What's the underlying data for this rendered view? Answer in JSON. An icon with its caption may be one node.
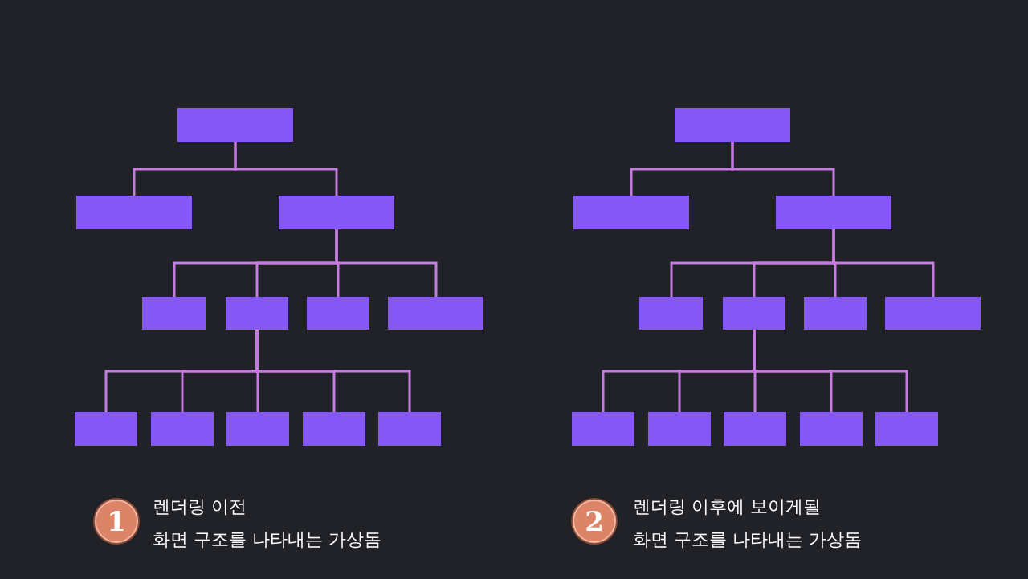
{
  "diagram": {
    "nodes": [
      {
        "text": [],
        "shape": "box"
      },
      {
        "text": [],
        "shape": "box"
      },
      {
        "text": [],
        "shape": "box"
      },
      {
        "text": [],
        "shape": "box"
      },
      {
        "text": [],
        "shape": "box"
      },
      {
        "text": [],
        "shape": "box"
      },
      {
        "text": [],
        "shape": "box"
      },
      {
        "text": [],
        "shape": "box"
      },
      {
        "text": [],
        "shape": "box"
      },
      {
        "text": [],
        "shape": "box"
      },
      {
        "text": [],
        "shape": "box"
      },
      {
        "text": [],
        "shape": "box"
      },
      {
        "text": [],
        "shape": "box"
      },
      {
        "text": [],
        "shape": "box"
      },
      {
        "text": [],
        "shape": "box"
      },
      {
        "text": [],
        "shape": "box"
      },
      {
        "text": [],
        "shape": "box"
      },
      {
        "text": [],
        "shape": "box"
      },
      {
        "text": [],
        "shape": "box"
      },
      {
        "text": [],
        "shape": "box"
      },
      {
        "text": [],
        "shape": "box"
      },
      {
        "text": [],
        "shape": "box"
      },
      {
        "text": [],
        "shape": "box"
      },
      {
        "text": [],
        "shape": "box"
      },
      {
        "text": [
          "1"
        ],
        "beside": [
          "렌더링 이전",
          "화면 구조를 나타내는 가상돔"
        ]
      },
      {
        "text": [
          "2"
        ],
        "beside": [
          "렌더링 이후에 보이게될",
          "화면 구조를 나타내는 가상돔"
        ]
      }
    ],
    "edges": [
      {
        "from": 0,
        "to": 1,
        "arrow": "none"
      },
      {
        "from": 0,
        "to": 2,
        "arrow": "none"
      },
      {
        "from": 2,
        "to": 3,
        "arrow": "none"
      },
      {
        "from": 2,
        "to": 4,
        "arrow": "none"
      },
      {
        "from": 2,
        "to": 5,
        "arrow": "none"
      },
      {
        "from": 2,
        "to": 6,
        "arrow": "none"
      },
      {
        "from": 4,
        "to": 7,
        "arrow": "none"
      },
      {
        "from": 4,
        "to": 8,
        "arrow": "none"
      },
      {
        "from": 4,
        "to": 9,
        "arrow": "none"
      },
      {
        "from": 4,
        "to": 10,
        "arrow": "none"
      },
      {
        "from": 4,
        "to": 11,
        "arrow": "none"
      },
      {
        "from": 12,
        "to": 13,
        "arrow": "none"
      },
      {
        "from": 12,
        "to": 14,
        "arrow": "none"
      },
      {
        "from": 14,
        "to": 15,
        "arrow": "none"
      },
      {
        "from": 14,
        "to": 16,
        "arrow": "none"
      },
      {
        "from": 14,
        "to": 17,
        "arrow": "none"
      },
      {
        "from": 14,
        "to": 18,
        "arrow": "none"
      },
      {
        "from": 16,
        "to": 19,
        "arrow": "none"
      },
      {
        "from": 16,
        "to": 20,
        "arrow": "none"
      },
      {
        "from": 16,
        "to": 21,
        "arrow": "none"
      },
      {
        "from": 16,
        "to": 22,
        "arrow": "none"
      },
      {
        "from": 16,
        "to": 23,
        "arrow": "none"
      }
    ]
  }
}
